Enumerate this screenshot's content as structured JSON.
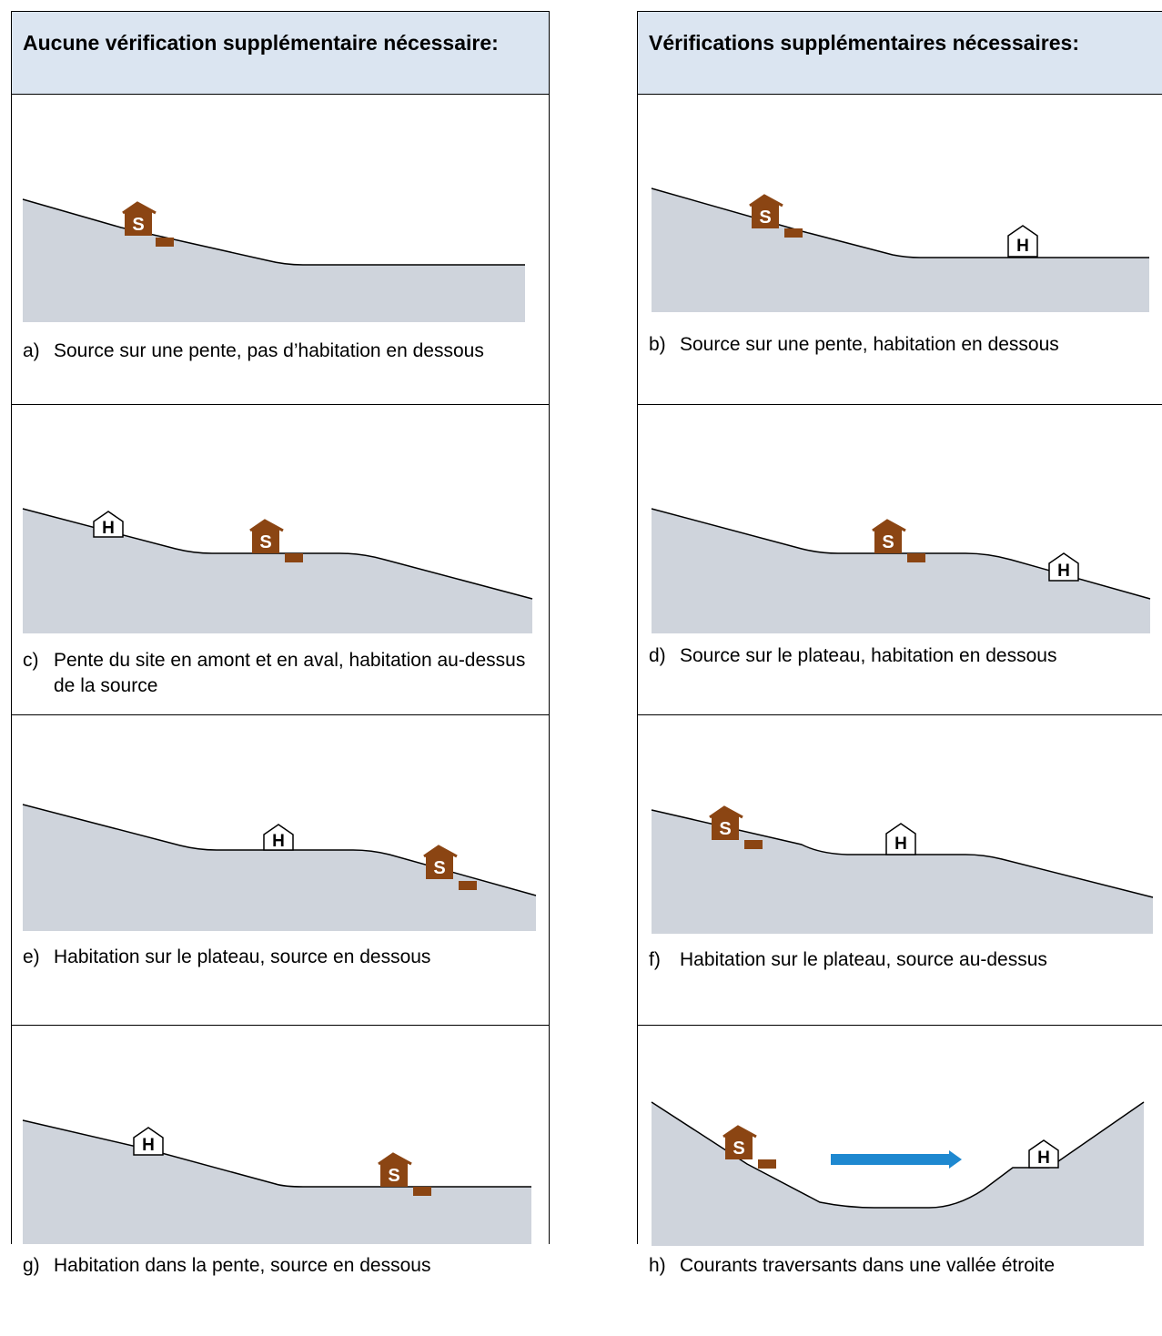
{
  "columns": [
    {
      "header": "Aucune vérification supplémentaire nécessaire:",
      "panels": [
        {
          "letter": "a)",
          "caption": "Source sur une pente, pas d’habitation en dessous"
        },
        {
          "letter": "c)",
          "caption": "Pente du site en amont et en aval, habitation au-dessus de la source"
        },
        {
          "letter": "e)",
          "caption": "Habitation sur le plateau, source en dessous"
        },
        {
          "letter": "g)",
          "caption": "Habitation dans la pente, source en dessous"
        }
      ]
    },
    {
      "header": "Vérifications supplémentaires nécessaires:",
      "panels": [
        {
          "letter": "b)",
          "caption": "Source sur une pente, habitation en dessous"
        },
        {
          "letter": "d)",
          "caption": "Source sur le plateau, habitation en dessous"
        },
        {
          "letter": "f)",
          "caption": "Habitation sur le plateau, source au-dessus"
        },
        {
          "letter": "h)",
          "caption": "Courants traversants dans une vallée étroite"
        }
      ]
    }
  ],
  "icons": {
    "source_label": "S",
    "habitation_label": "H"
  },
  "colors": {
    "ground": "#cfd4dc",
    "source": "#8b4513",
    "header_bg": "#dbe5f1",
    "arrow": "#1e88d0"
  }
}
